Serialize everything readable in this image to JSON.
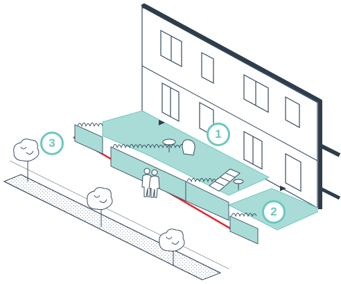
{
  "markers": [
    {
      "label": "1"
    },
    {
      "label": "2"
    },
    {
      "label": "3"
    }
  ],
  "colors": {
    "teal_fill": "#a9dcd6",
    "teal_stroke": "#6cc7bf",
    "boundary_red": "#e0262f",
    "building_dark": "#2e3d4b",
    "facade": "#ffffff",
    "line": "#34495e",
    "stipple": "#6b7b8a"
  },
  "icons": [
    "tree-icon",
    "person-icon",
    "chair-icon",
    "table-icon",
    "lounger-icon",
    "hedge-icon",
    "arrow-icon"
  ]
}
